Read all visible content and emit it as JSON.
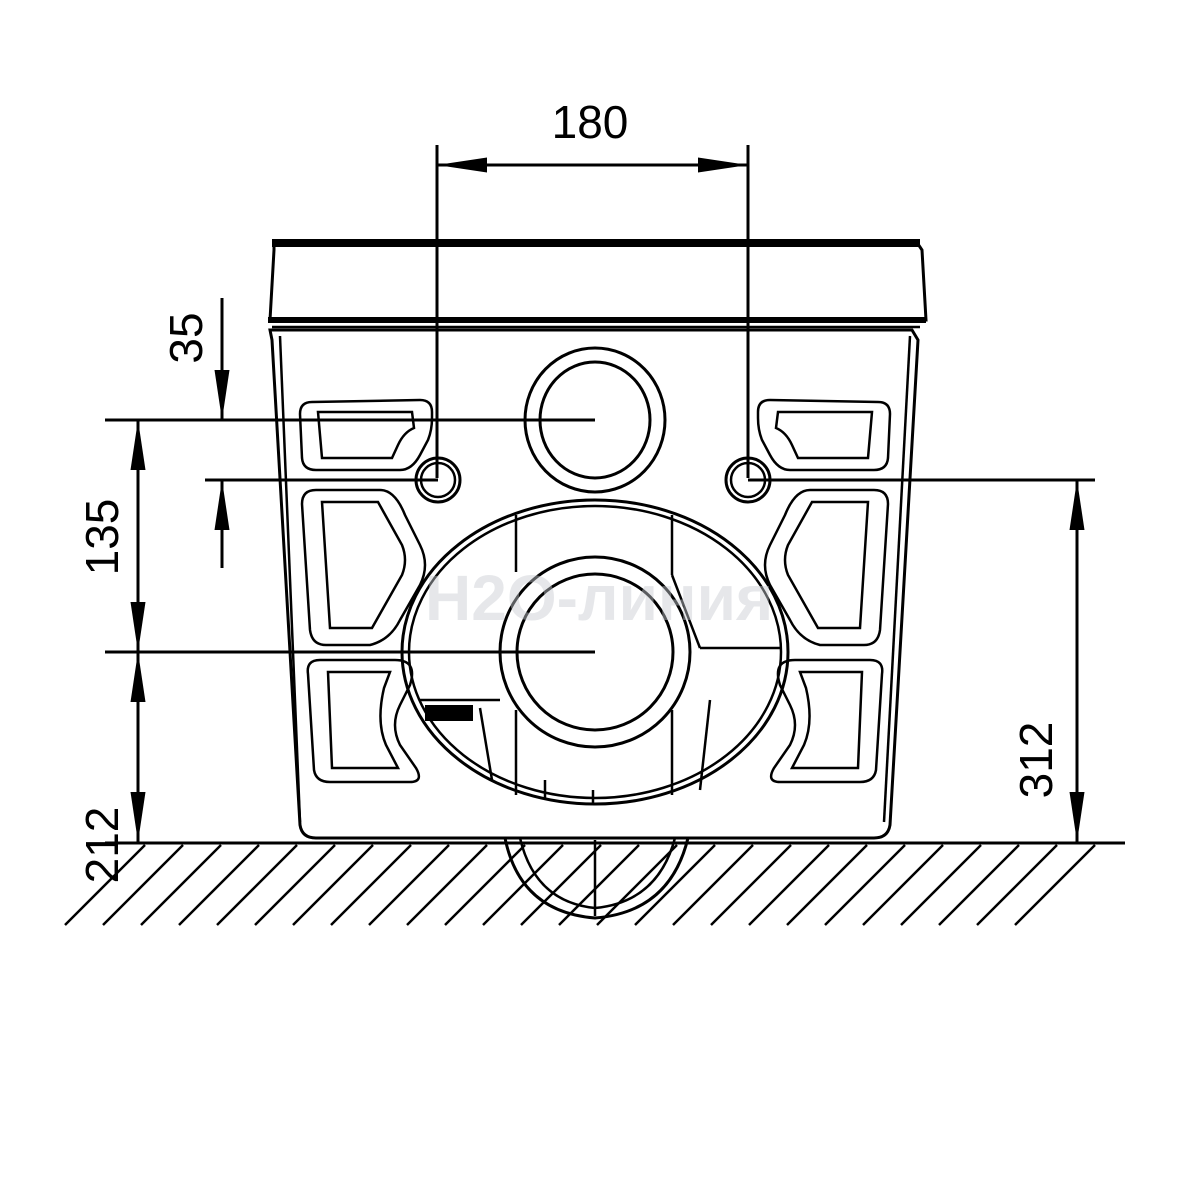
{
  "drawing": {
    "title": "Wall-hung toilet front view dimensions",
    "dimensions": {
      "bolt_spacing": "180",
      "bolt_to_inlet_offset": "35",
      "inlet_to_outlet": "135",
      "outlet_height": "212",
      "bolt_height": "312"
    },
    "watermark": "H2O-линия",
    "colors": {
      "line": "#000000",
      "watermark": "#c8ccd2",
      "background": "#ffffff"
    }
  }
}
